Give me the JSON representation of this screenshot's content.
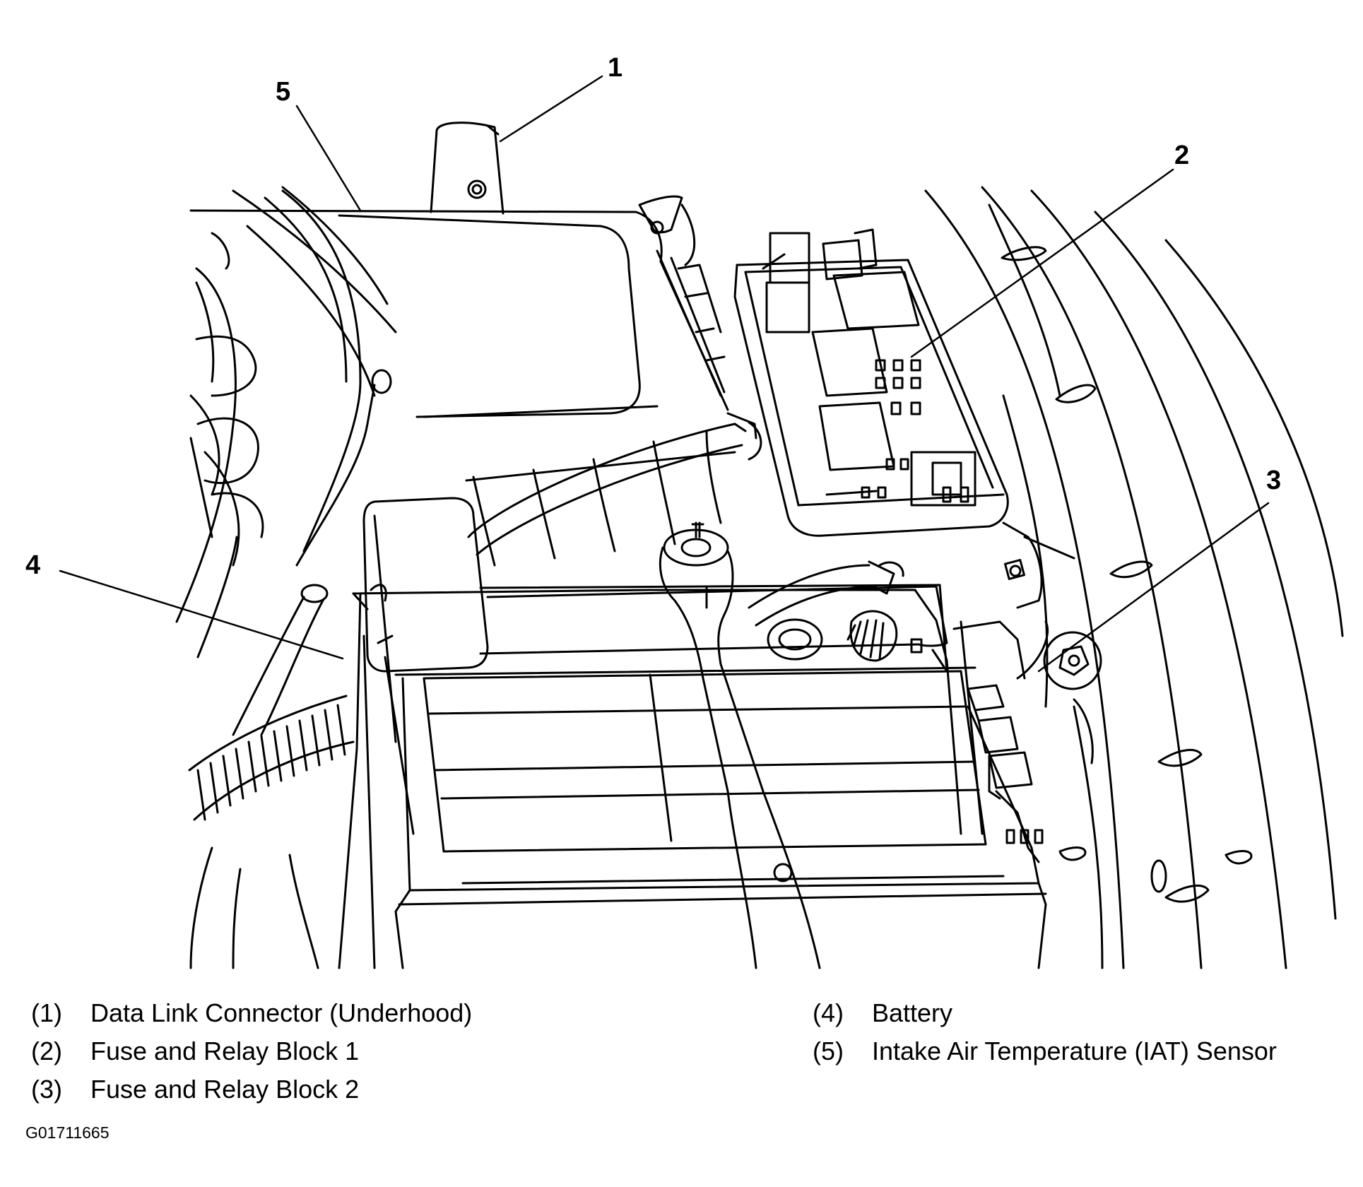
{
  "callouts": [
    "1",
    "2",
    "3",
    "4",
    "5"
  ],
  "legend": [
    {
      "num": "(1)",
      "text": "Data Link Connector (Underhood)"
    },
    {
      "num": "(2)",
      "text": "Fuse and Relay Block 1"
    },
    {
      "num": "(3)",
      "text": "Fuse and Relay Block 2"
    },
    {
      "num": "(4)",
      "text": "Battery"
    },
    {
      "num": "(5)",
      "text": "Intake Air Temperature (IAT) Sensor"
    }
  ],
  "figure_id": "G01711665"
}
